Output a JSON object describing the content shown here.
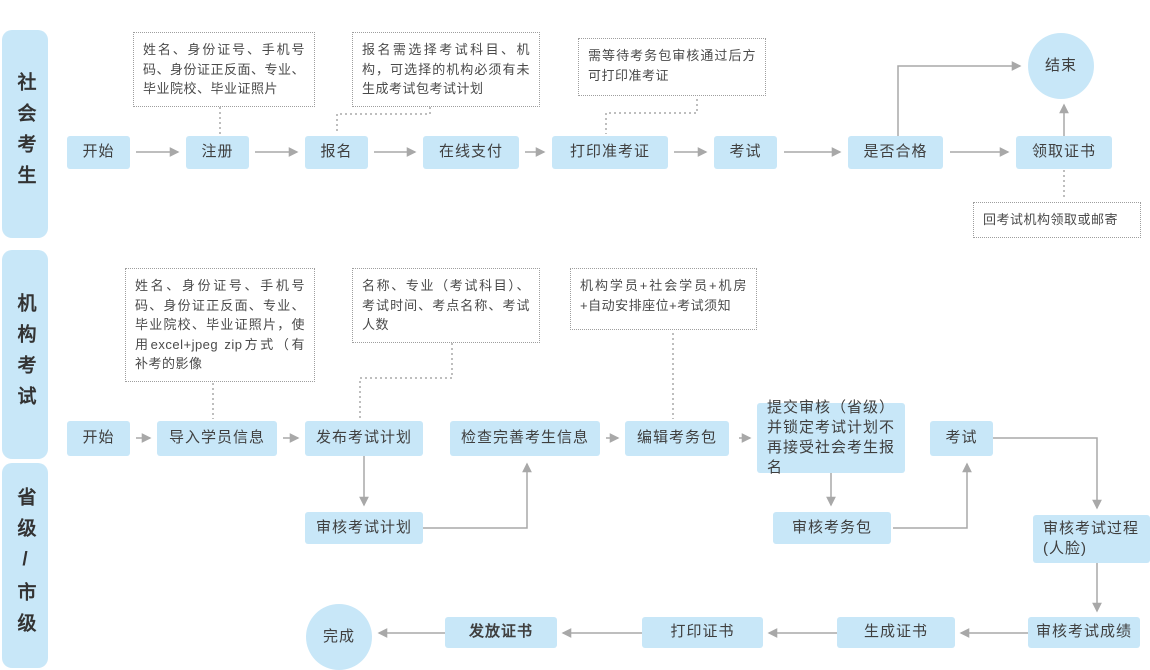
{
  "colors": {
    "node_fill": "#c8e7f8",
    "arrow_gray": "#a8a8a8",
    "text_dark": "#3f3f3f",
    "note_border": "#9e9e9e"
  },
  "lanes": [
    {
      "label": "社会考生"
    },
    {
      "label": "机构考试"
    },
    {
      "label": "省级/市级"
    }
  ],
  "nodes": {
    "l1_start": "开始",
    "l1_register": "注册",
    "l1_signup": "报名",
    "l1_pay": "在线支付",
    "l1_print_ticket": "打印准考证",
    "l1_exam": "考试",
    "l1_pass_check": "是否合格",
    "l1_get_cert": "领取证书",
    "l1_end": "结束",
    "l2_start": "开始",
    "l2_import": "导入学员信息",
    "l2_publish_plan": "发布考试计划",
    "l2_check_info": "检查完善考生信息",
    "l2_edit_pack": "编辑考务包",
    "l2_submit": "提交审核（省级）并锁定考试计划不再接受社会考生报名",
    "l2_exam": "考试",
    "l3_audit_plan": "审核考试计划",
    "l3_audit_pack": "审核考务包",
    "l3_audit_process": "审核考试过程(人脸)",
    "l3_audit_score": "审核考试成绩",
    "l3_gen_cert": "生成证书",
    "l3_print_cert": "打印证书",
    "l3_issue_cert": "发放证书",
    "l3_done": "完成"
  },
  "notes": {
    "register_info": "姓名、身份证号、手机号码、身份证正反面、专业、毕业院校、毕业证照片",
    "signup_info": "报名需选择考试科目、机构，可选择的机构必须有未生成考试包考试计划",
    "ticket_info": "需等待考务包审核通过后方可打印准考证",
    "cert_info": "回考试机构领取或邮寄",
    "import_info": "姓名、身份证号、手机号码、身份证正反面、专业、毕业院校、毕业证照片，使用excel+jpeg zip方式（有补考的影像",
    "plan_info": "名称、专业（考试科目）、考试时间、考点名称、考试人数",
    "pack_info": "机构学员+社会学员+机房+自动安排座位+考试须知"
  }
}
